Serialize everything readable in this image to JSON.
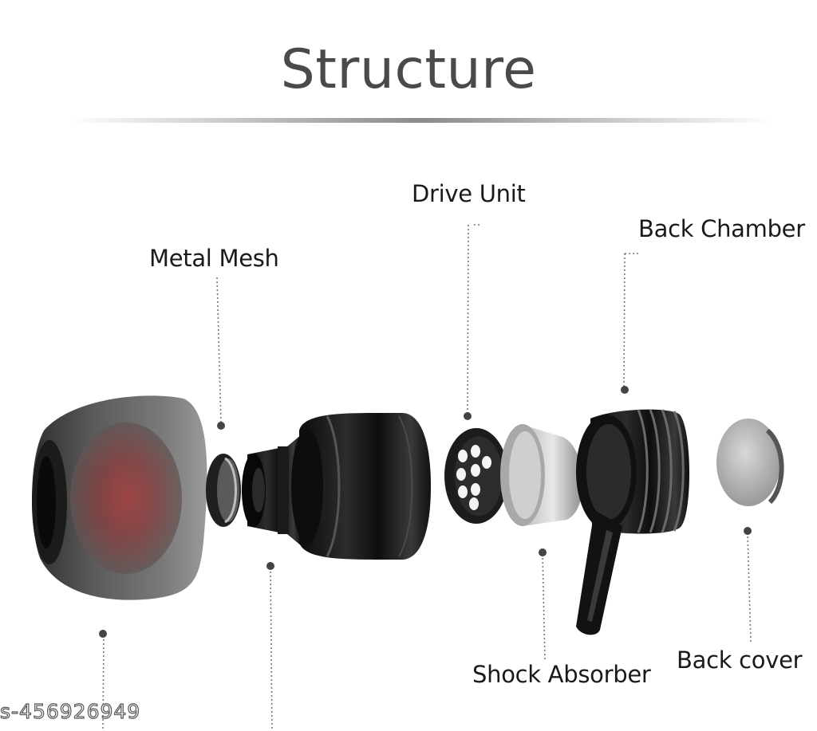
{
  "title": "Structure",
  "labels": {
    "drive_unit": "Drive Unit",
    "back_chamber": "Back Chamber",
    "metal_mesh": "Metal Mesh",
    "shock_absorber": "Shock Absorber",
    "back_cover": "Back cover"
  },
  "watermark": "s-456926949"
}
